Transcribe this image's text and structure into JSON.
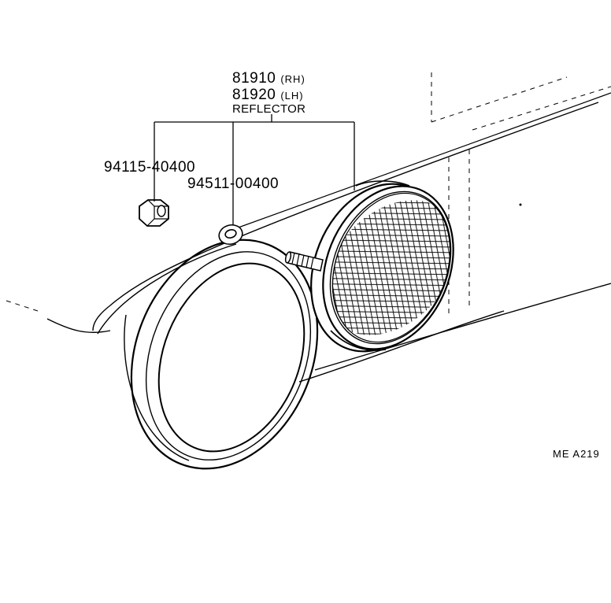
{
  "labels": {
    "reflector": {
      "rh_part": "81910",
      "rh_side": "(RH)",
      "lh_part": "81920",
      "lh_side": "(LH)",
      "name": "REFLECTOR"
    },
    "nut_part": "94115-40400",
    "washer_part": "94511-00400",
    "figure_code": "ME  A219"
  }
}
